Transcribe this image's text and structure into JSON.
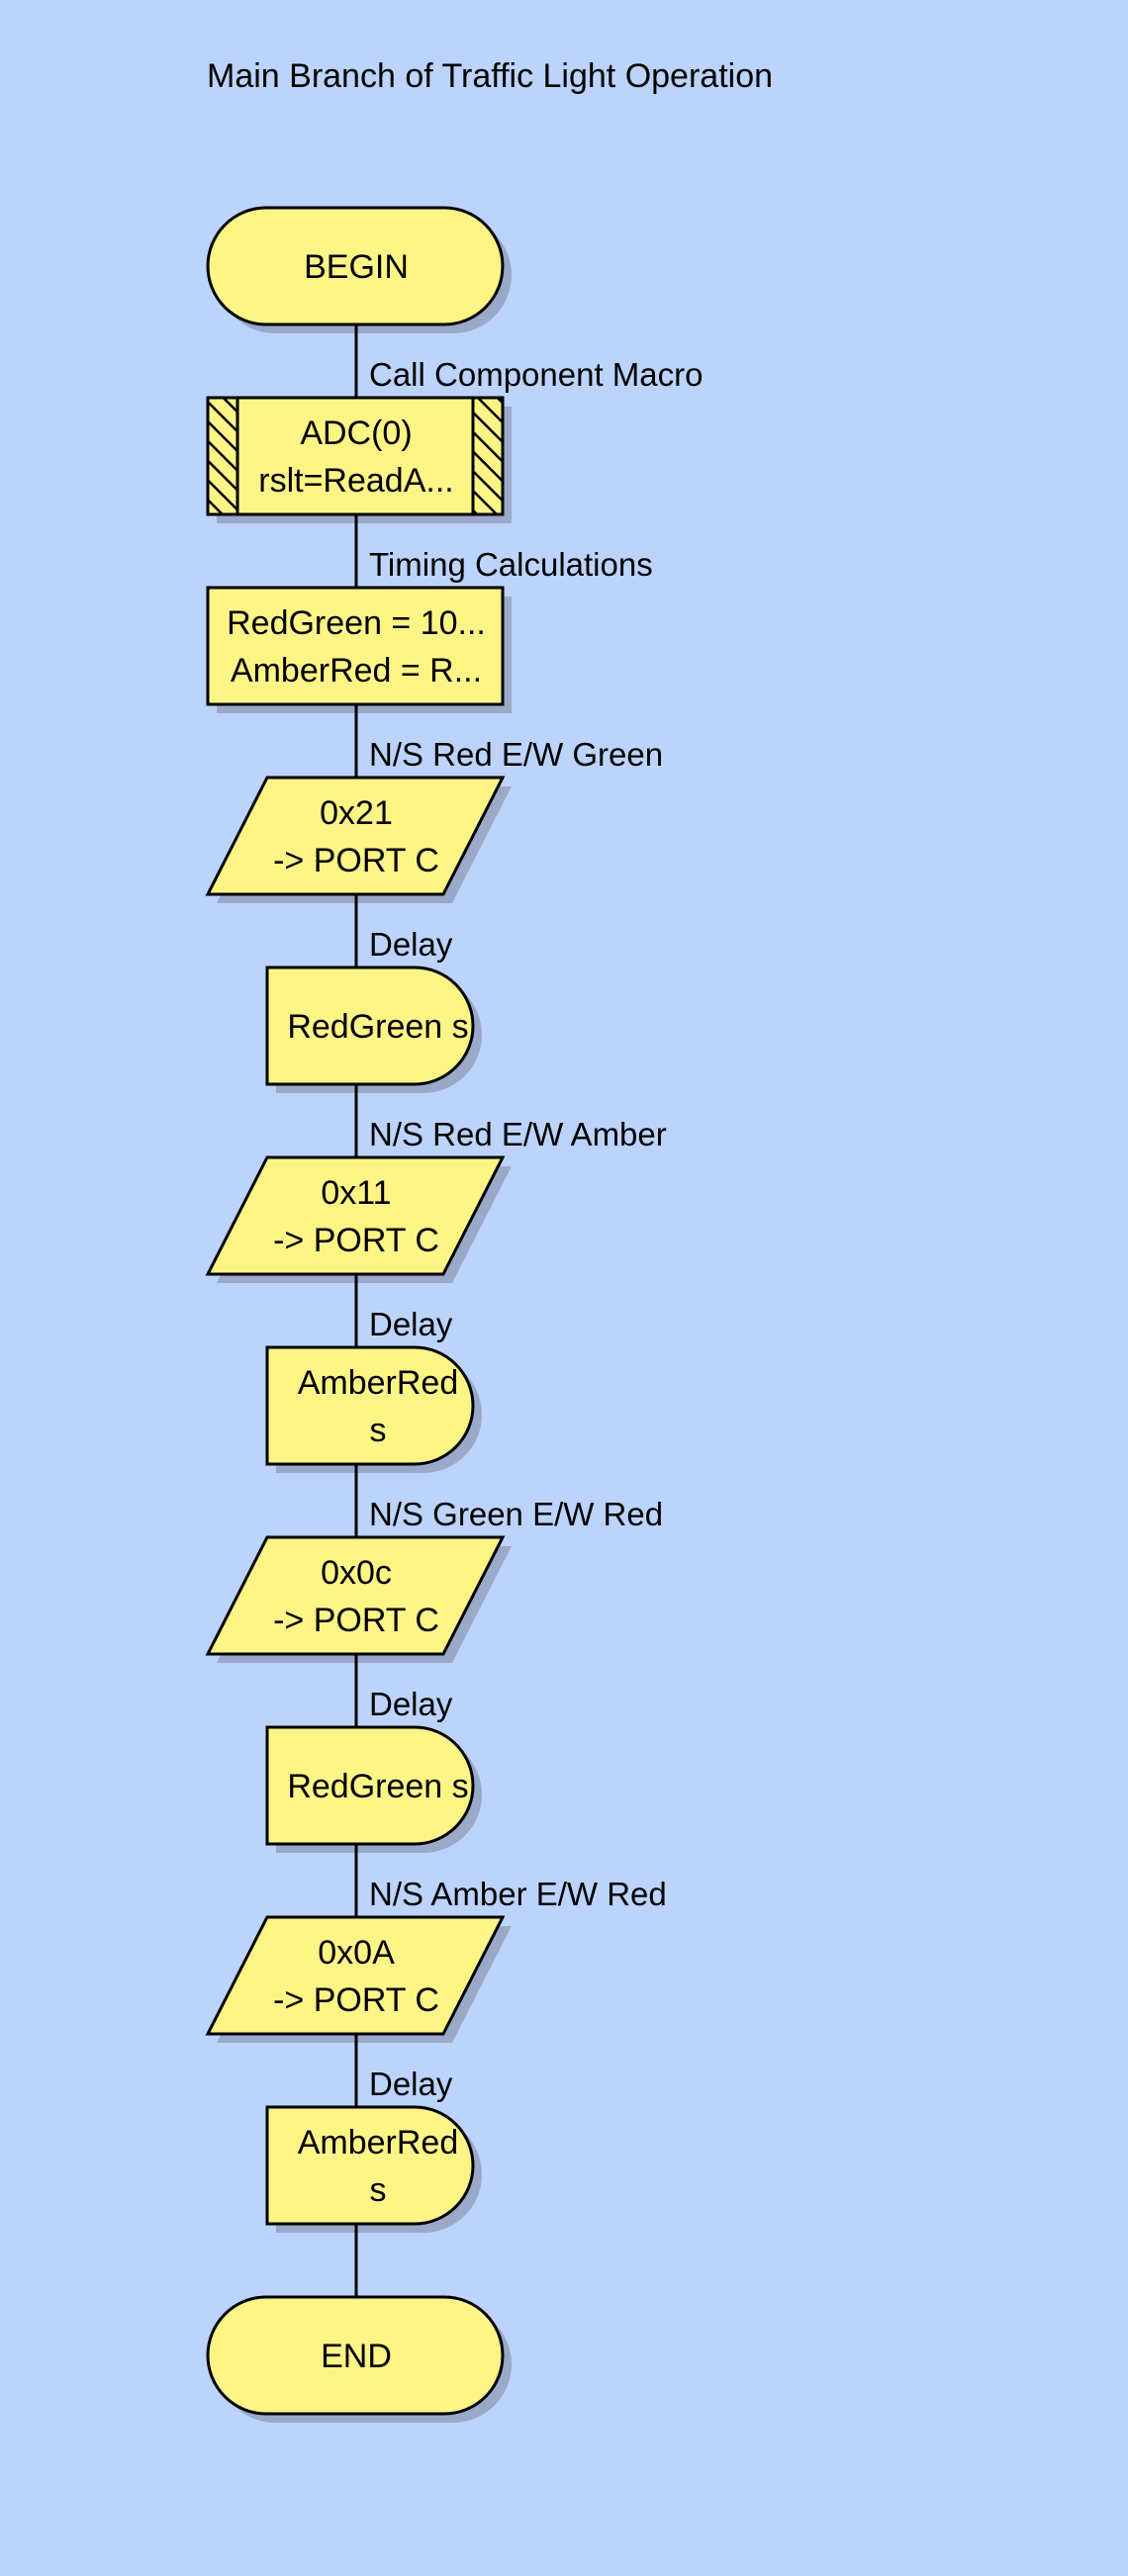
{
  "diagram": {
    "title": "Main Branch of Traffic Light Operation",
    "colors": {
      "background": "#bcd4fc",
      "fill": "#fdf486",
      "stroke": "#000000",
      "shadow": "#9aa9c8"
    },
    "nodes": [
      {
        "id": "begin",
        "kind": "terminator",
        "lines": [
          "BEGIN"
        ]
      },
      {
        "id": "call-macro",
        "kind": "macro",
        "caption": "Call Component Macro",
        "lines": [
          "ADC(0)",
          "rslt=ReadA..."
        ]
      },
      {
        "id": "timing-calc",
        "kind": "process",
        "caption": "Timing Calculations",
        "lines": [
          "RedGreen = 10...",
          "AmberRed = R..."
        ]
      },
      {
        "id": "output-1",
        "kind": "output",
        "caption": "N/S Red E/W Green",
        "lines": [
          "0x21",
          "-> PORT C"
        ]
      },
      {
        "id": "delay-1",
        "kind": "delay",
        "caption": "Delay",
        "lines": [
          "RedGreen s"
        ]
      },
      {
        "id": "output-2",
        "kind": "output",
        "caption": "N/S Red E/W Amber",
        "lines": [
          "0x11",
          "-> PORT C"
        ]
      },
      {
        "id": "delay-2",
        "kind": "delay",
        "caption": "Delay",
        "lines": [
          "AmberRed",
          "s"
        ]
      },
      {
        "id": "output-3",
        "kind": "output",
        "caption": "N/S Green E/W Red",
        "lines": [
          "0x0c",
          "-> PORT C"
        ]
      },
      {
        "id": "delay-3",
        "kind": "delay",
        "caption": "Delay",
        "lines": [
          "RedGreen s"
        ]
      },
      {
        "id": "output-4",
        "kind": "output",
        "caption": "N/S Amber E/W Red",
        "lines": [
          "0x0A",
          "-> PORT C"
        ]
      },
      {
        "id": "delay-4",
        "kind": "delay",
        "caption": "Delay",
        "lines": [
          "AmberRed",
          "s"
        ]
      },
      {
        "id": "end",
        "kind": "terminator",
        "lines": [
          "END"
        ]
      }
    ]
  }
}
